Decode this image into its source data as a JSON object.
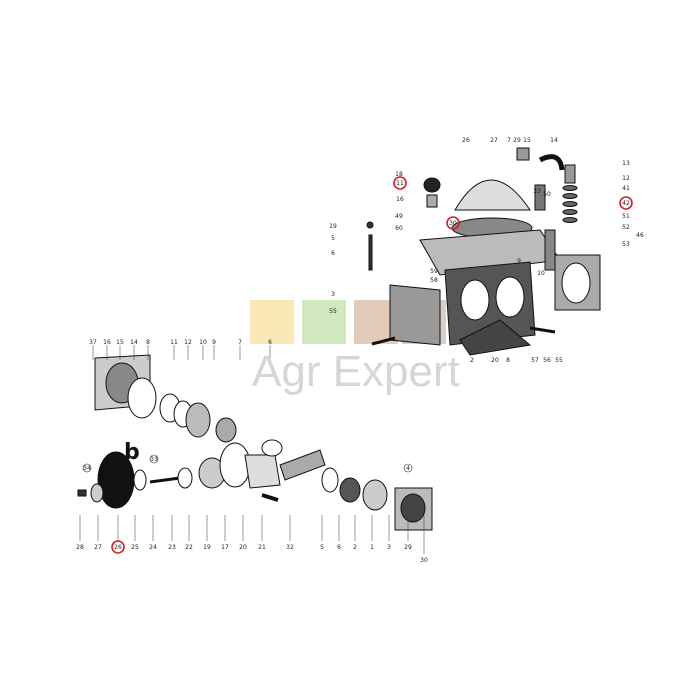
{
  "watermark": {
    "brand_text": "Agr Expert",
    "tile_colors": [
      "#f4d67a",
      "#a9d68a",
      "#c9a07f",
      "#b7a79a"
    ]
  },
  "assembly_b_letter": "b",
  "highlight_color": "#d0202a",
  "upper_labels": [
    {
      "text": "26"
    },
    {
      "text": "27"
    },
    {
      "text": "7"
    },
    {
      "text": "29"
    },
    {
      "text": "15"
    },
    {
      "text": "14"
    },
    {
      "text": "13"
    },
    {
      "text": "18"
    },
    {
      "text": "11",
      "highlight": true
    },
    {
      "text": "16"
    },
    {
      "text": "49"
    },
    {
      "text": "60"
    },
    {
      "text": "30",
      "highlight": true
    },
    {
      "text": "33"
    },
    {
      "text": "50"
    },
    {
      "text": "12"
    },
    {
      "text": "41"
    },
    {
      "text": "42",
      "highlight": true
    },
    {
      "text": "51"
    },
    {
      "text": "52"
    },
    {
      "text": "53"
    },
    {
      "text": "46"
    },
    {
      "text": "19"
    },
    {
      "text": "5"
    },
    {
      "text": "6"
    },
    {
      "text": "59"
    },
    {
      "text": "58"
    },
    {
      "text": "3"
    },
    {
      "text": "55"
    },
    {
      "text": "9"
    },
    {
      "text": "10"
    },
    {
      "text": "2"
    },
    {
      "text": "20"
    },
    {
      "text": "8"
    },
    {
      "text": "57"
    },
    {
      "text": "56"
    },
    {
      "text": "55"
    }
  ],
  "lower_top_labels": [
    "37",
    "16",
    "15",
    "14",
    "8",
    "11",
    "12",
    "10",
    "9",
    "7",
    "6"
  ],
  "lower_bottom_labels": [
    {
      "text": "28"
    },
    {
      "text": "27"
    },
    {
      "text": "26",
      "highlight": true
    },
    {
      "text": "25"
    },
    {
      "text": "24"
    },
    {
      "text": "23"
    },
    {
      "text": "22"
    },
    {
      "text": "19"
    },
    {
      "text": "17"
    },
    {
      "text": "20"
    },
    {
      "text": "21"
    },
    {
      "text": "32"
    },
    {
      "text": "5"
    },
    {
      "text": "6"
    },
    {
      "text": "2"
    },
    {
      "text": "1"
    },
    {
      "text": "3"
    },
    {
      "text": "29"
    },
    {
      "text": "30"
    }
  ],
  "lower_side_labels": [
    "34",
    "33",
    "4"
  ]
}
